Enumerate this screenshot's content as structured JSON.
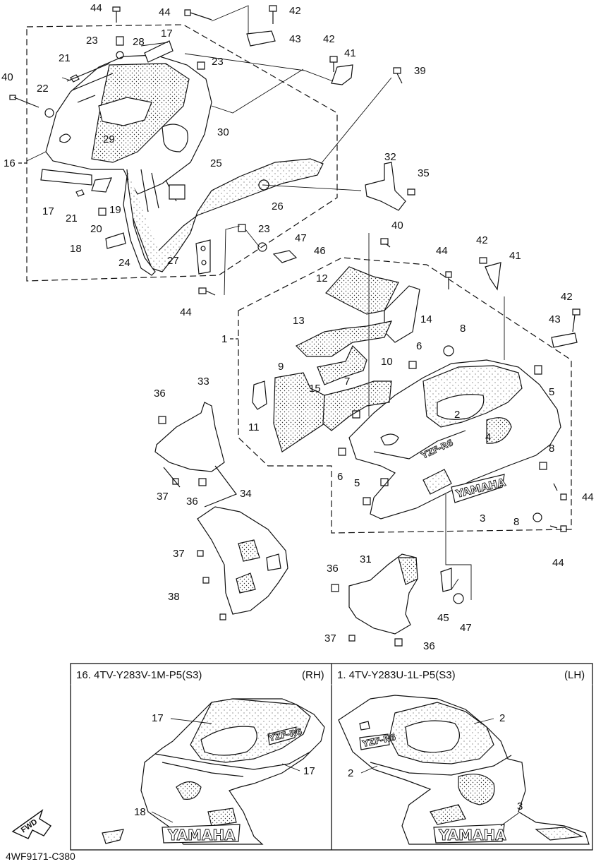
{
  "drawing_code": "4WF9171-C380",
  "fwd_label": "FWD",
  "decal_text": "YAMAHA",
  "model_text": "YZF-R6",
  "callouts": {
    "c44a": "44",
    "c44b": "44",
    "c42a": "42",
    "c23a": "23",
    "c43a": "43",
    "c17a": "17",
    "c28": "28",
    "c42b": "42",
    "c41a": "41",
    "c21a": "21",
    "c23b": "23",
    "c39": "39",
    "c40a": "40",
    "c22": "22",
    "c30": "30",
    "c29": "29",
    "c16": "16",
    "c25": "25",
    "c32": "32",
    "c35": "35",
    "c26": "26",
    "c17b": "17",
    "c21b": "21",
    "c19": "19",
    "c20": "20",
    "c23c": "23",
    "c40b": "40",
    "c47a": "47",
    "c18": "18",
    "c46": "46",
    "c24": "24",
    "c27": "27",
    "c44c": "44",
    "c42c": "42",
    "c41b": "41",
    "c12": "12",
    "c44d": "44",
    "c14": "14",
    "c1": "1",
    "c42d": "42",
    "c13": "13",
    "c8a": "8",
    "c43b": "43",
    "c6a": "6",
    "c9": "9",
    "c10": "10",
    "c36a": "36",
    "c33": "33",
    "c7": "7",
    "c5a": "5",
    "c15": "15",
    "c2": "2",
    "c11": "11",
    "c4": "4",
    "c6b": "6",
    "c8b": "8",
    "c5b": "5",
    "c37a": "37",
    "c36b": "36",
    "c34": "34",
    "c3": "3",
    "c44e": "44",
    "c8c": "8",
    "c37b": "37",
    "c44f": "44",
    "c36c": "36",
    "c31": "31",
    "c38": "38",
    "c45": "45",
    "c47b": "47",
    "c37c": "37",
    "c36d": "36",
    "i17a": "17",
    "i17b": "17",
    "i18": "18",
    "i2a": "2",
    "i2b": "2",
    "i3": "3"
  },
  "inset_rh": {
    "title": "16. 4TV-Y283V-1M-P5(S3)",
    "side": "(RH)"
  },
  "inset_lh": {
    "title": "1. 4TV-Y283U-1L-P5(S3)",
    "side": "(LH)"
  }
}
